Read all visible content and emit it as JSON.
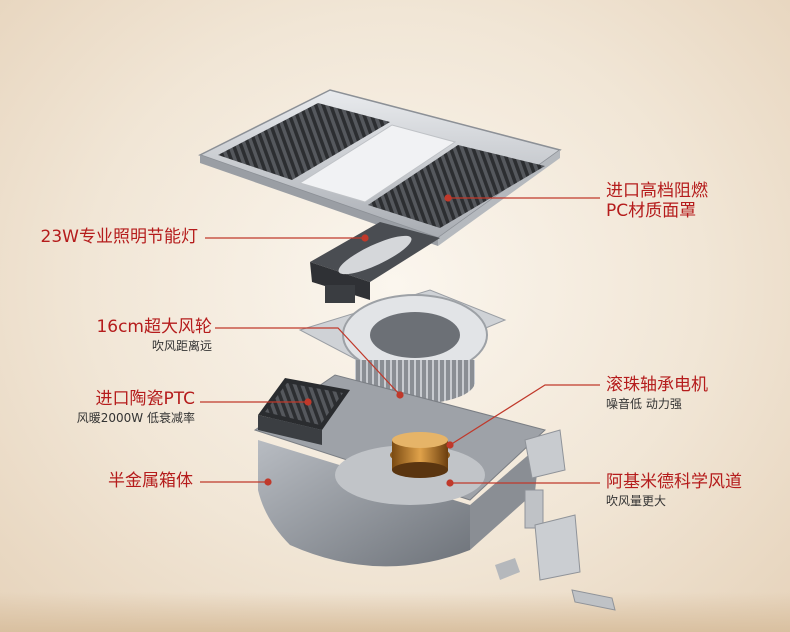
{
  "callouts": {
    "lamp": {
      "title": "23W专业照明节能灯"
    },
    "panel": {
      "title_line1": "进口高档阻燃",
      "title_line2": "PC材质面罩"
    },
    "wheel": {
      "title": "16cm超大风轮",
      "sub": "吹风距离远"
    },
    "ptc": {
      "title": "进口陶瓷PTC",
      "sub": "风暖2000W 低衰减率"
    },
    "box": {
      "title": "半金属箱体"
    },
    "motor": {
      "title": "滚珠轴承电机",
      "sub": "噪音低 动力强"
    },
    "duct": {
      "title": "阿基米德科学风道",
      "sub": "吹风量更大"
    }
  },
  "colors": {
    "label_red": "#b51c1c",
    "line_red": "#c0392b",
    "metal": "#c9cbcf"
  }
}
